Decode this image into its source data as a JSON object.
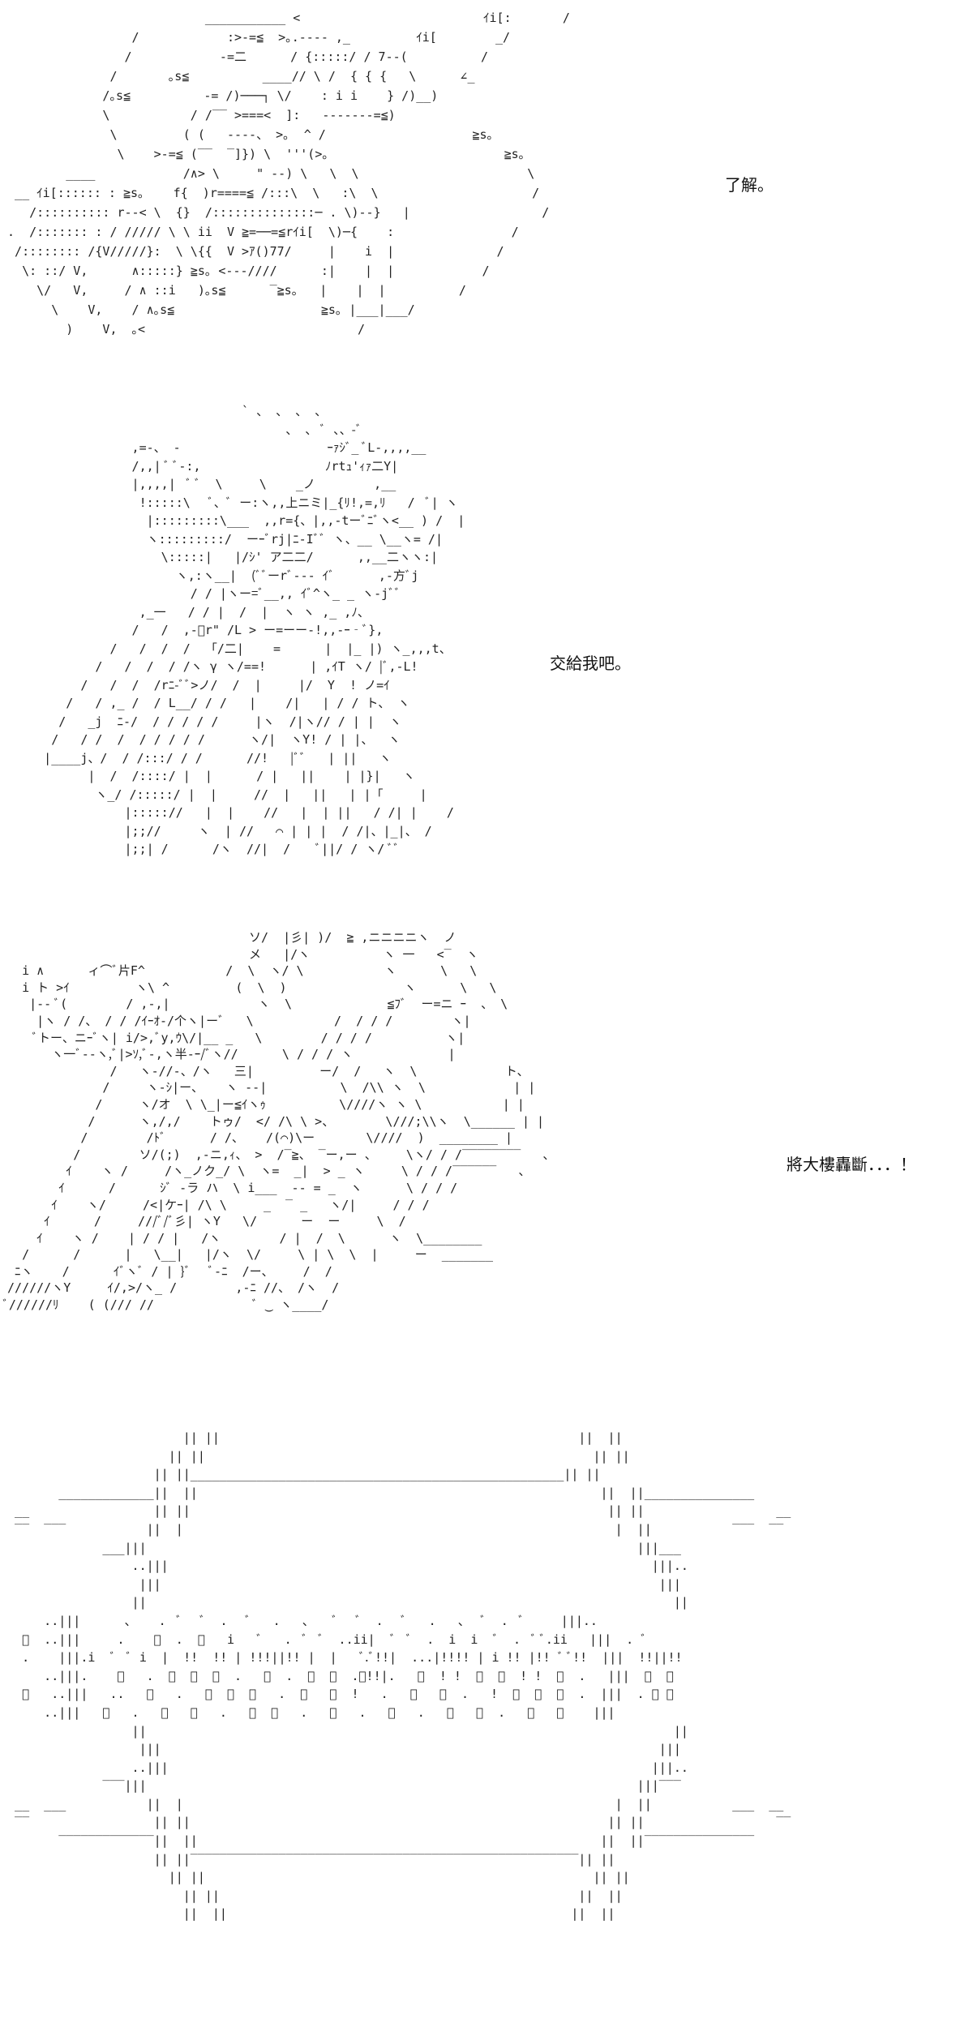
{
  "captions": [
    "了解。",
    "交給我吧。",
    "將大樓轟斷．．．！"
  ],
  "art1": [
    "                            ___________ <                         ｲi[:       /",
    "                  /            :>-=≦  >｡.---- ,_         ｲi[        _/",
    "                 /            -=二      / {:::::/ / 7--(          /",
    "               /       ｡s≦          ____// \\ /  { { {   \\      ∠_",
    "              /｡s≦          -= /)───┐ \\/    : i i    } /)__)",
    "              \\           / /‾‾ >===<  ]:   -------=≦)",
    "               \\         ( (   ----、 >｡  ^ /                    ≧s｡",
    "                \\    >-=≦ (‾‾  ‾]}) \\  '''(>｡                        ≧s｡",
    "         ____            /∧> \\     \" --) \\   \\  \\                       \\",
    "  __ ｲi[:::::: : ≧s｡    f{  )r====≦ /:::\\  \\   :\\  \\                     /",
    "    /:::::::::: r--< \\  {}  /::::::::::::::─ . \\)--}   |                  /",
    " .  /::::::: : / ///// \\ \\ ii  V ≧=──=≦rｲi[  \\)─{    :                /",
    "  /:::::::: /{V/////}:  \\ \\{{  V >ｱ()77/     |    i  |              /",
    "   \\: ::/ V,      ∧:::::} ≧s｡ <---////      :|    |  |            /",
    "     \\/   V,     / ∧ ::i   )｡s≦      ‾≧s｡   |    |  |          /",
    "       \\    V,    / ∧｡s≦                    ≧s｡ |___|___/",
    "         )    V,  ｡<                             /"
  ],
  "art2": [
    "                                 ` 、 、 、 、",
    "                                       、 、 ﾞ 、、-ﾞ",
    "                  ,=-、 -                    ｰｧｼﾞ_ ﾞL-,,,,__",
    "                  /,,| ﾞ ﾞ-:,                 ﾉrtｭ'ｨｧ二Y|",
    "                  |,,,,|  ﾞ ﾞ  \\     \\    _ノ        ,__",
    "                   !:::::\\   ﾞ、ﾞ ー:ヽ,,上ニミ|_{ﾘ!,=,ﾘ   /  ﾞ| ヽ",
    "                    |:::::::::\\___  ,,r={、|,,-tーﾞﾆﾞヽ<__ ) /  |",
    "                    ヽ:::::::::/  ーｰﾞrj|ﾆ-Iﾞﾞ ヽ、__ \\__ヽ= /|",
    "                      \\:::::|   |/ｼ' ア二二/      ,,__二ヽヽ:|",
    "                        ヽ,:ヽ__|  (ﾞﾞーrﾞ‐-- ｲﾞ      ,-方ﾞj",
    "                          / / |ヽー=ﾞ__,, ｲﾞ^ヽ_ _ ヽ-jﾞﾞ",
    "                   ,_一   / / |  /  |  ヽ ヽ ,_ ,ﾉ、",
    "                  /   /  ,-ﾞr\" /L > ー=ーー-!,,-ｰ‐ﾞ},",
    "               /   /  /  /  「/二|    =      |  |_ |) ヽ_,,,t、",
    "             /   /  /  / /ヽ γ ヽ/==!      | ,ｲT ヽ/ |ﾞ,-L!",
    "           /   /  /  /rﾆ-ﾞﾞ>ノ/  /  |     |/  Y  ! ノ=ｲ",
    "         /   / ,_ /  / L__/ / /   |    /|   | / / ト、 ヽ",
    "        /   _j  ﾆ-/  / / / / /     |ヽ  /|ヽ// / | |  ヽ",
    "       /   / /  /  / / / / /      ヽ/|  ヽY! / | |、  ヽ",
    "      |____j、/  / /:::/ / /      //!   |ﾞﾞ   | ||   ヽ",
    "            |  /  /::::/ |  |      / |   ||    | |}|   ヽ",
    "             ヽ_/ /:::::/ |  |     //  |   ||   | |「     |",
    "                 |::::://   |  |    //   |  | ||   / /| |    /",
    "                 |;;//     ヽ  | //   ⌒ | | |  / /|、|_|、 /",
    "                 |;;| /      /ヽ  //|  /    ﾞ||/ / ヽ/ ﾞﾞ"
  ],
  "art3": [
    "                                  ソ/  |彡| )/  ≧ ,ニニニニヽ  ノ",
    "                                  メ   |/ヽ          ヽ 一   <‾  ヽ",
    "   i ∧      ィ⌒ﾞ片F^           /  \\  ヽ/ \\           ヽ      \\   \\",
    "   i ト >ｲ         ヽ\\ ^         (  \\  )                ヽ      \\   \\",
    "    |-- ﾞ(        / ,-,|            ヽ  \\             ≦ﾌﾞ  ー=ニ ｰ  、 \\",
    "     |ヽ / /、 / / /ｲｰｵ-/个ヽ|ーﾞ   \\           /  / / /        ヽ|",
    "     ﾞトー、ニｰﾞヽ| i/>,ﾞy,ｳ\\/|__ _   \\        / / / /          ヽ|",
    "       ヽ一ﾞ‐-ヽ,ﾞ|>ｿ,ﾞ-,ヽ半-ｰ/ﾞヽ//      \\ / / / ヽ             |",
    "               /   ヽ-//-、/ヽ   三|         ー/  /   ヽ  \\            ト、",
    "              /     ヽ-ｼ|ー、   ヽ --|          \\  /\\\\ ヽ  \\            | |",
    "             /     ヽ/オ  \\ \\_|ー≦ｲヽｩ          \\////ヽ ヽ \\           | |",
    "            /      ヽ,/,/    トゥ/  </ /\\ \\ >、       \\///;\\\\ヽ  \\______ | |",
    "           /        /ﾄﾞ      / /、   /(⌒)\\ー       \\////  )  ________ |",
    "          /        ソ/(;)  ,-ニ,ｨ、 >  /‾≧、 ‾ー,ー 、    \\ヽ/ / /‾‾‾‾‾‾‾‾   、",
    "         ｲ    ヽ /     /ヽ_ノク_/ \\  ヽ=  _|  > _ ヽ     \\ / / /‾‾‾‾‾‾   、",
    "        ｲ      /      ｼﾞ -ラ ハ  \\ i___  -- = _  ヽ      \\ / / /",
    "       ｲ    ヽ/     /<|ケｰ| /\\ \\     _  ‾ _   ヽ/|     / / /",
    "      ｲ      /     ///ﾞ/ﾞ彡| ヽY   \\/      ー  ー     \\  /",
    "     ｲ    ヽ /    | / / |   /ヽ        / |  /  \\      ヽ  \\________",
    "   /      /      |   \\__|   |/ヽ  \\/     \\ | \\  \\  |     ー  _______",
    "  ﾆヽ    /      ｲﾞヽﾞ / | }ﾞ   ﾞ-ﾆ  /ー、    /  /",
    " //////ヽY     ｲ/,>/ヽ_ /        ,-ﾆ //、 /ヽ  /",
    " ﾞ//////ﾘ    ( (/// //              ﾞ ‿ ヽ____/"
  ],
  "art4": [
    "                         || ||                                                 ||  ||",
    "                       || ||                                                     || ||",
    "                     || ||___________________________________________________|| ||",
    "        _____________||  ||                                                       ||  ||_______________",
    "  __                 || ||                                                         || ||                  __",
    "  ‾‾  ‾‾‾           ||  |                                                           |  ||           ‾‾‾  ‾‾",
    "              ___|||                                                                   |||___",
    "                  ..|||                                                                  |||..",
    "                   |||                                                                    |||",
    "                  ||                                                                        ||",
    "      ..|||      、   .  ﾞ   ﾞ  .   ﾞ   .   、   ﾞ   ﾞ  .   ﾞ   .   、  ﾞ  .  ﾞ     |||..",
    "   ﾞ  ..|||     .    ﾞ  .  ﾞ   i   ﾞ   .  ﾞ  ﾞ  ..ii|  ﾞ  ﾞ  .  i  i  ﾞ  .  ﾞ ﾞ.ii   |||  . ﾞ",
    "   .    |||.i  ﾞ  ﾞ i  |  !!  !! | !!!||!! |  |   ﾞ.ﾞ!!|  ...|!!!! | i !! |!! ﾞ ﾞ!!  |||  !!||!!",
    "      ..|||.    ﾞ   .  ﾞ  ﾞ  ﾞ  .   ﾞ  .  ﾞ  ﾞ  .ﾞ!!|.   ﾞ  ! !  ﾞ  ﾞ  ! !  ﾞ  .   |||  ﾞ  ﾞ",
    "   ﾞ   ..|||   ..   ﾞ   .   ﾞ  ﾞ  ﾞ   .  ﾞ   ﾞ  !   .   ﾞ   ﾞ  .   !  ﾞ  ﾞ  ﾞ  .  |||  . ﾞ ﾞ",
    "      ..|||   ﾞ   .   ﾞ   ﾞ   .   ﾞ  ﾞ   .   ﾞ   .   ﾞ   .   ﾞ   ﾞ  .   ﾞ   ﾞ    |||",
    "                  ||                                                                        ||",
    "                   |||                                                                    |||",
    "                  ..|||                                                                  |||..",
    "              ‾‾‾|||                                                                   |||‾‾‾",
    "  __  ___           ||  |                                                           |  ||           ___  __",
    "  ‾‾                 || ||                                                         || ||                  ‾‾",
    "        ‾‾‾‾‾‾‾‾‾‾‾‾‾||  ||                                                       ||  ||‾‾‾‾‾‾‾‾‾‾‾‾‾‾‾",
    "                     || ||‾‾‾‾‾‾‾‾‾‾‾‾‾‾‾‾‾‾‾‾‾‾‾‾‾‾‾‾‾‾‾‾‾‾‾‾‾‾‾‾‾‾‾‾‾‾‾‾‾‾‾‾‾|| ||",
    "                       || ||                                                     || ||",
    "                         || ||                                                 ||  ||",
    "                         ||  ||                                               ||  ||"
  ]
}
